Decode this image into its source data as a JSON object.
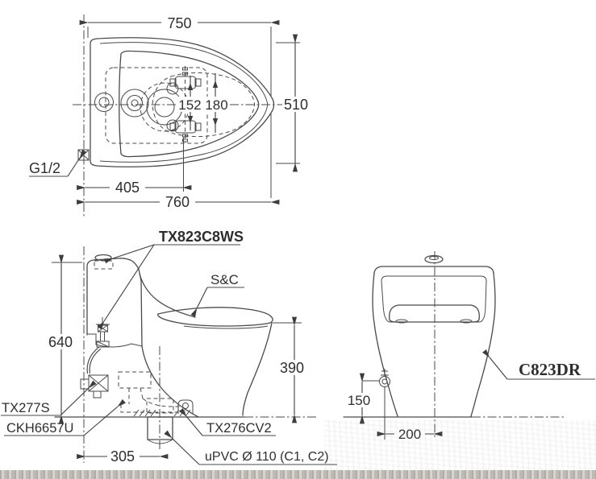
{
  "top_view": {
    "dim_overall_width": "750",
    "dim_overall_depth": "510",
    "dim_seat_holes": "152 180",
    "dim_back_to_bolt": "405",
    "dim_wall_to_front": "760",
    "inlet_label": "G1/2"
  },
  "side_view": {
    "model_label": "TX823C8WS",
    "seat_label": "S&C",
    "dim_total_height": "640",
    "dim_bowl_height": "390",
    "dim_outlet_from_wall": "305",
    "stop_valve_label": "TX277S",
    "hose_label": "CKH6657U",
    "flange_label": "TX276CV2",
    "outlet_pipe_label": "uPVC Ø 110 (C1, C2)"
  },
  "rear_view": {
    "model_label": "C823DR",
    "dim_valve_height": "150",
    "dim_valve_offset": "200"
  },
  "colors": {
    "line": "#4a4a4a",
    "text": "#2e2e2e",
    "background": "#ffffff"
  }
}
